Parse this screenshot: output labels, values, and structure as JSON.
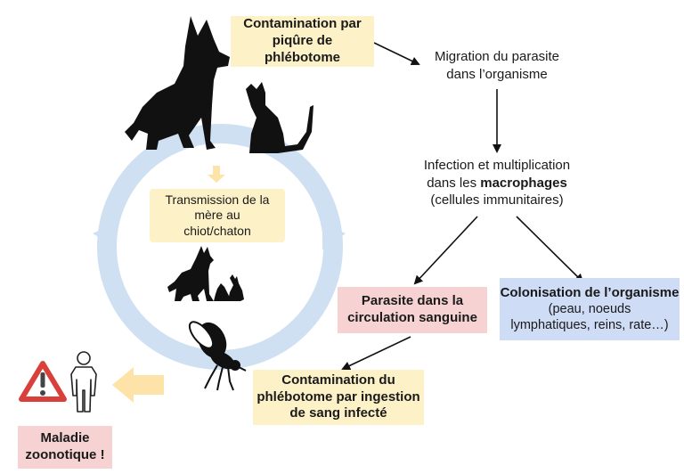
{
  "colors": {
    "yellow_box": "#fdf1c7",
    "pink_box": "#f6d2d2",
    "blue_box": "#cfdcf6",
    "cycle_ring": "#cfe0f3",
    "arrow_yellow": "#fde3a8",
    "silhouette": "#111111",
    "warning_red": "#d9403a"
  },
  "nodes": {
    "contamination_piqure": {
      "line1": "Contamination par",
      "line2": "piqûre de",
      "line3": "phlébotome"
    },
    "migration": {
      "line1": "Migration du parasite",
      "line2": "dans l’organisme"
    },
    "infection": {
      "line1": "Infection et multiplication",
      "line2_prefix": "dans les ",
      "line2_bold": "macrophages",
      "line3": "(cellules immunitaires)"
    },
    "transmission": {
      "line1": "Transmission de la",
      "line2": "mère au",
      "line3": "chiot/chaton"
    },
    "parasite_circulation": {
      "line1": "Parasite dans la",
      "line2": "circulation sanguine"
    },
    "colonisation": {
      "title": "Colonisation de l’organisme",
      "line2": "(peau, noeuds",
      "line3": "lymphatiques, reins, rate…)"
    },
    "contamination_ingestion": {
      "line1": "Contamination du",
      "line2": "phlébotome par ingestion",
      "line3": "de sang infecté"
    },
    "maladie": {
      "line1": "Maladie",
      "line2": "zoonotique !"
    }
  },
  "icons": [
    "dog-cat-silhouette-icon",
    "dog-puppy-kitten-icon",
    "sandfly-icon",
    "warning-triangle-icon",
    "human-outline-icon"
  ]
}
